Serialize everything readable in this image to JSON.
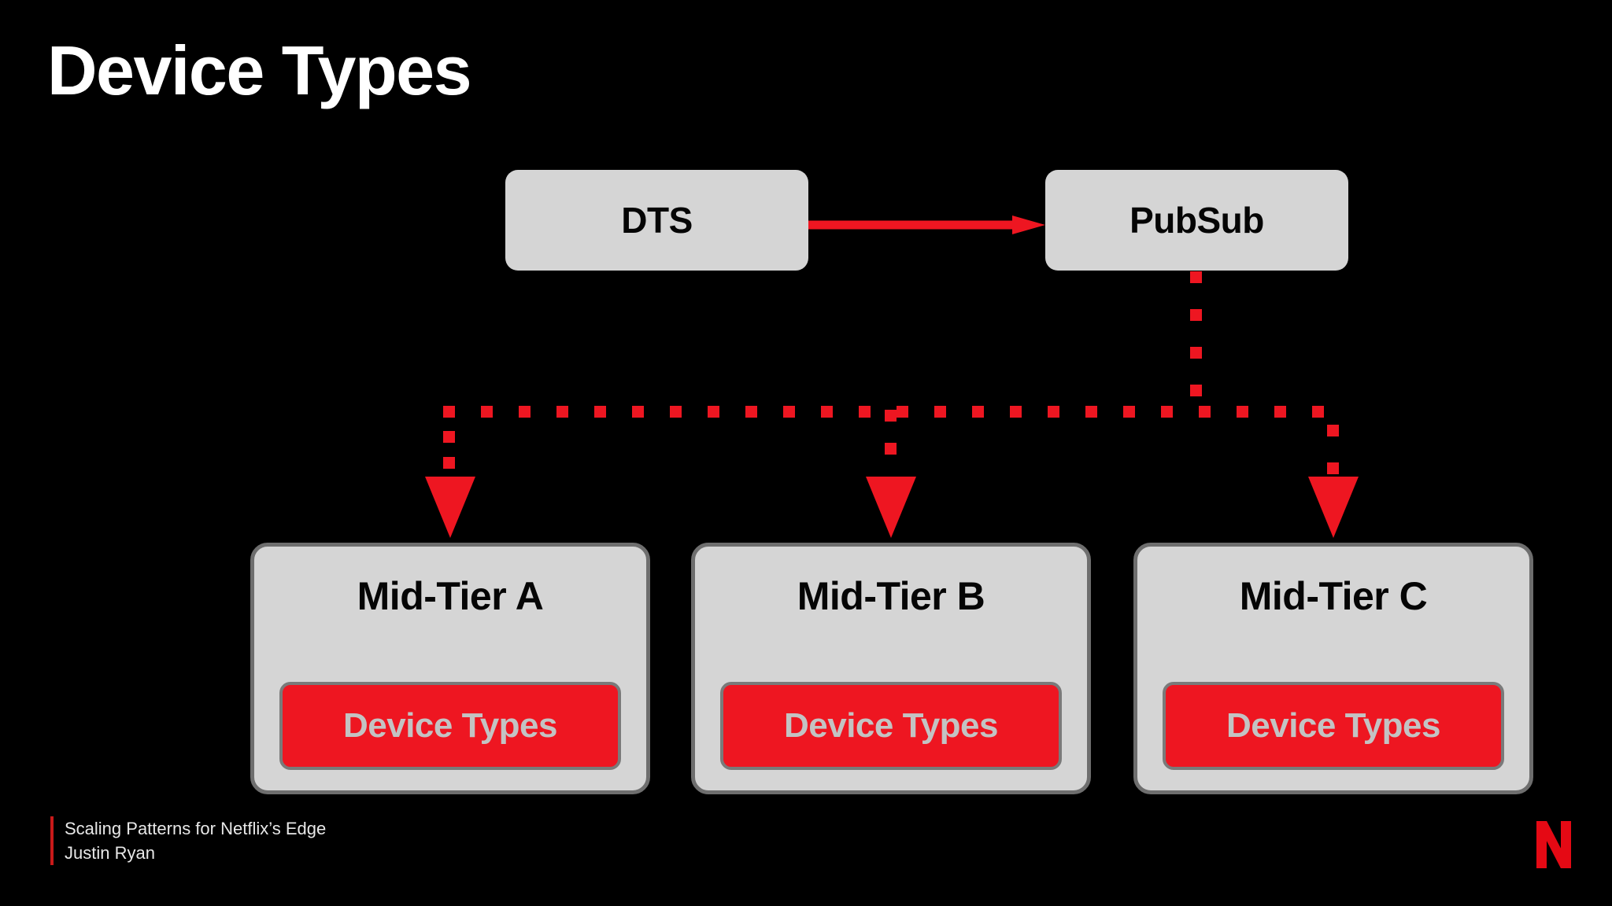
{
  "slide": {
    "title": "Device Types",
    "background_color": "#000000",
    "accent_red": "#ee1621",
    "node_fill": "#d5d5d5",
    "node_border": "#6e6e6e",
    "chip_text_color": "#c3c3c3"
  },
  "top_nodes": [
    {
      "id": "dts",
      "label": "DTS"
    },
    {
      "id": "pubsub",
      "label": "PubSub"
    }
  ],
  "connectors": {
    "dts_to_pubsub": {
      "style": "solid-arrow",
      "color": "#ee1621"
    },
    "pubsub_to_midtiers": {
      "style": "dotted-arrow",
      "color": "#ee1621",
      "targets": 3
    }
  },
  "mid_tiers": [
    {
      "id": "a",
      "title": "Mid-Tier A",
      "chip_label": "Device Types"
    },
    {
      "id": "b",
      "title": "Mid-Tier B",
      "chip_label": "Device Types"
    },
    {
      "id": "c",
      "title": "Mid-Tier C",
      "chip_label": "Device Types"
    }
  ],
  "footer": {
    "line1": "Scaling Patterns for Netflix’s Edge",
    "line2": "Justin Ryan",
    "bar_color": "#c91a1a"
  },
  "brand": {
    "logo_name": "netflix-n-logo",
    "logo_color": "#e50914"
  }
}
